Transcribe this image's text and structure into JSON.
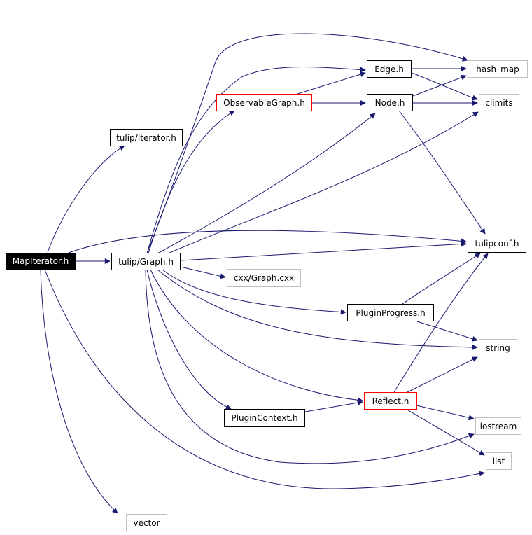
{
  "nodes": {
    "mapiterator": "MapIterator.h",
    "tulip_iterator": "tulip/Iterator.h",
    "tulip_graph": "tulip/Graph.h",
    "observable_graph": "ObservableGraph.h",
    "edge": "Edge.h",
    "node": "Node.h",
    "hash_map": "hash_map",
    "climits": "climits",
    "tulipconf": "tulipconf.h",
    "cxx_graph": "cxx/Graph.cxx",
    "plugin_progress": "PluginProgress.h",
    "string": "string",
    "reflect": "Reflect.h",
    "plugin_context": "PluginContext.h",
    "iostream": "iostream",
    "list": "list",
    "vector": "vector"
  },
  "colors": {
    "edge": "#191970",
    "documented_border": "#000000",
    "undocumented_border": "#bfbfbf",
    "highlighted_border": "#ff0000",
    "root_fill": "#000000",
    "root_text": "#ffffff"
  }
}
